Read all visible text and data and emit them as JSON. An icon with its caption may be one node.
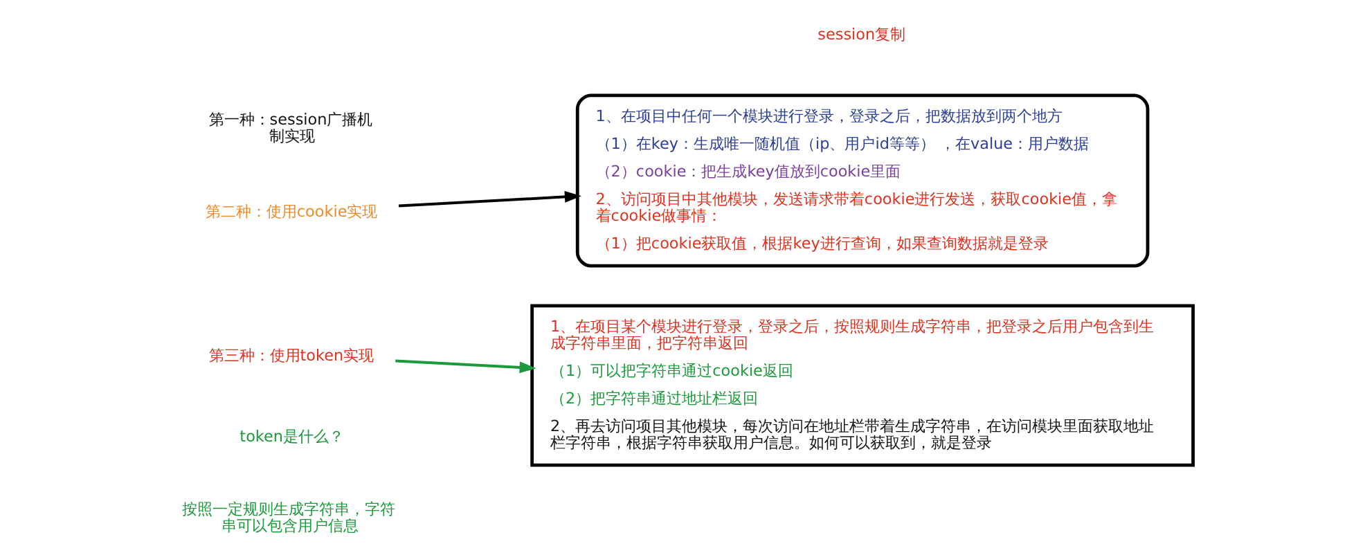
{
  "diagram": {
    "nodes": [
      {
        "text": [
          "第二种：使用cookie实现"
        ]
      },
      {
        "text": [
          "1、在项目中任何一个模块进行登录，登录之后，把数据放到两个地方",
          "（1）在key：生成唯一随机值（ip、用户id等等） ，在value：用户数据",
          "（2）cookie：把生成key值放到cookie里面",
          "2、访问项目中其他模块，发送请求带着cookie进行发送，获取cookie值，拿着cookie做事情：",
          "（1）把cookie获取值，根据key进行查询，如果查询数据就是登录"
        ]
      },
      {
        "text": [
          "第三种：使用token实现"
        ]
      },
      {
        "text": [
          "1、在项目某个模块进行登录，登录之后，按照规则生成字符串，把登录之后用户包含到生成字符串里面，把字符串返回",
          "（1）可以把字符串通过cookie返回",
          "（2）把字符串通过地址栏返回",
          "2、再去访问项目其他模块，每次访问在地址栏带着生成字符串，在访问模块里面获取地址栏字符串，根据字符串获取用户信息。如何可以获取到，就是登录"
        ]
      }
    ],
    "edges": [
      {
        "from": 0,
        "to": 1,
        "arrow": "to"
      },
      {
        "from": 2,
        "to": 3,
        "arrow": "to",
        "color": "#1a9a3a"
      }
    ],
    "labels": [
      "第一种：session广播机制实现",
      "session复制",
      "token是什么？",
      "按照一定规则生成字符串，字符串可以包含用户信息"
    ]
  }
}
